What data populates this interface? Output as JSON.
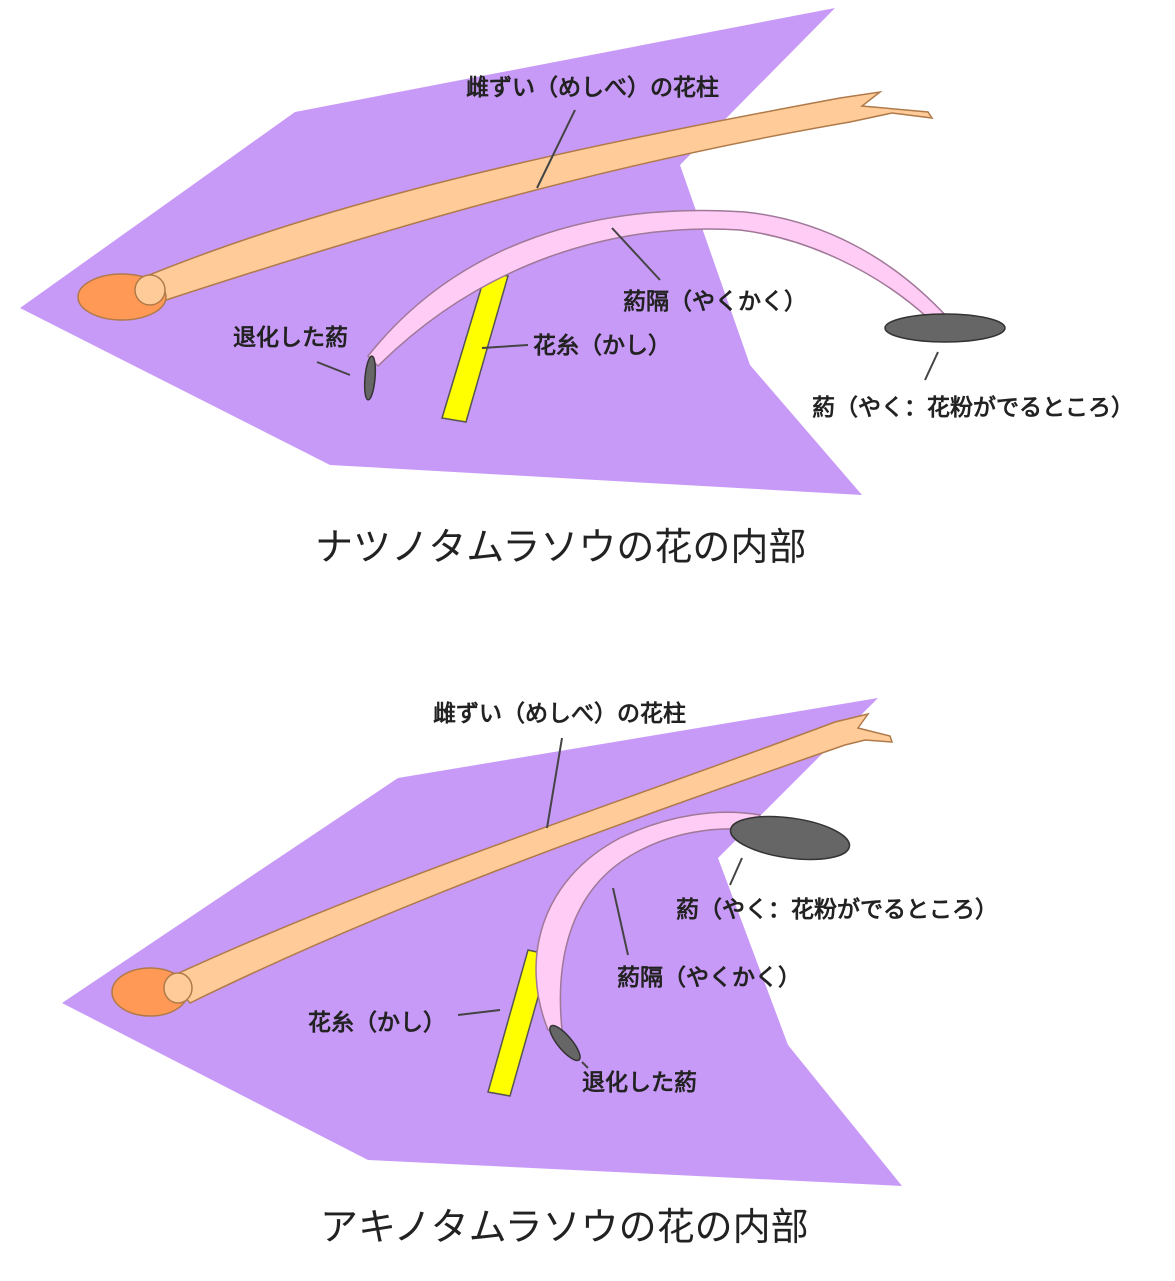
{
  "colors": {
    "petal": "#c89af7",
    "style": "#ffcc99",
    "style_outline": "#b07a4a",
    "stigma_base": "#ff9955",
    "connective": "#ffccf5",
    "connective_outline": "#a07898",
    "filament": "#ffff00",
    "anther": "#666666",
    "text": "#222222"
  },
  "icons": [
    "petal-shape",
    "style-shape",
    "ovary-shape",
    "connective-shape",
    "filament-shape",
    "anther-shape",
    "vestigial-anther-shape"
  ],
  "diagrams": [
    {
      "id": "natsu",
      "caption": "ナツノタムラソウの花の内部",
      "labels": {
        "style": "雌ずい（めしべ）の花柱",
        "connective": "葯隔（やくかく）",
        "vestigial": "退化した葯",
        "filament": "花糸（かし）",
        "anther": "葯（やく：花粉がでるところ）"
      }
    },
    {
      "id": "aki",
      "caption": "アキノタムラソウの花の内部",
      "labels": {
        "style": "雌ずい（めしべ）の花柱",
        "connective": "葯隔（やくかく）",
        "vestigial": "退化した葯",
        "filament": "花糸（かし）",
        "anther": "葯（やく：花粉がでるところ）"
      }
    }
  ]
}
